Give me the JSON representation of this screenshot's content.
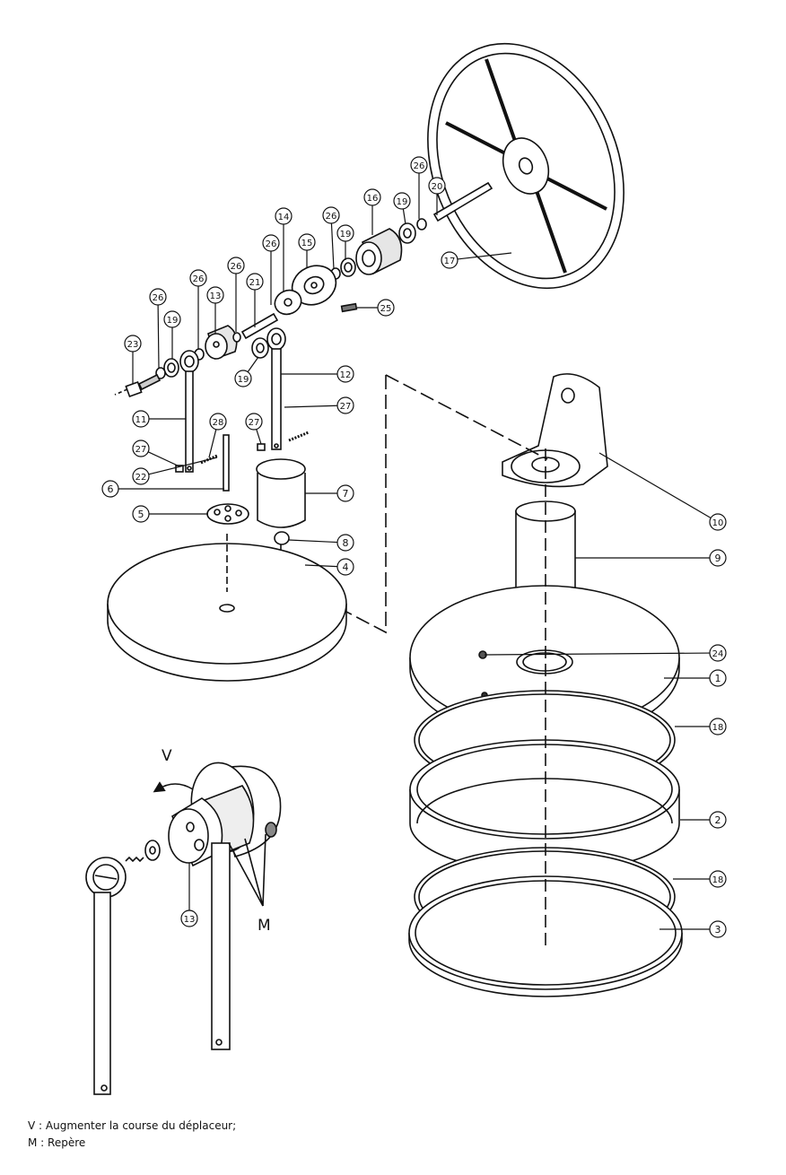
{
  "diagram": {
    "colors": {
      "ink": "#111111",
      "fill": "#ffffff",
      "shade": "#d9d9d9",
      "dark": "#9a9a9a"
    },
    "callouts": [
      "1",
      "2",
      "3",
      "4",
      "5",
      "6",
      "7",
      "8",
      "9",
      "10",
      "11",
      "12",
      "13",
      "14",
      "15",
      "16",
      "17",
      "18",
      "19",
      "20",
      "21",
      "22",
      "23",
      "24",
      "25",
      "26",
      "27",
      "28"
    ],
    "detail_labels": {
      "v": "V",
      "m": "M",
      "part13": "13"
    },
    "legend": [
      "V : Augmenter la course du déplaceur;",
      "M : Repère"
    ]
  }
}
